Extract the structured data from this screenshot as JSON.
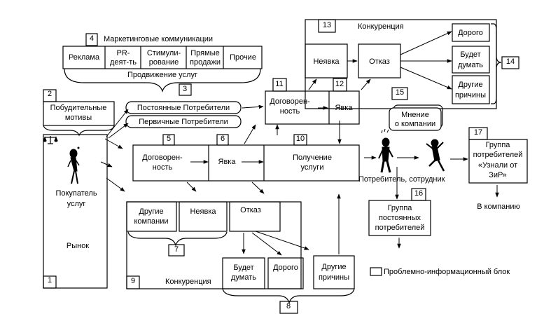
{
  "texts": {
    "n1": "1",
    "n2": "2",
    "n3": "3",
    "n4": "4",
    "n5": "5",
    "n6": "6",
    "n7": "7",
    "n8": "8",
    "n9": "9",
    "n10": "10",
    "n11": "11",
    "n12": "12",
    "n13": "13",
    "n14": "14",
    "n15": "15",
    "n16": "16",
    "n17": "17",
    "marketing_title": "Маркетинговые коммуникации",
    "adv": "Реклама",
    "pr_1": "PR-",
    "pr_2": "деят-ть",
    "stim_1": "Стимули-",
    "stim_2": "рование",
    "direct_1": "Прямые",
    "direct_2": "продажи",
    "other": "Прочие",
    "promotion": "Продвижение услуг",
    "motives_1": "Побудительные",
    "motives_2": "мотивы",
    "permanent_consumers": "Постоянные Потребители",
    "primary_consumers": "Первичные Потребители",
    "buyer_1": "Покупатель",
    "buyer_2": "услуг",
    "market": "Рынок",
    "agreement_top_1": "Договорен-",
    "agreement_top_2": "ность",
    "attendance_top": "Явка",
    "agreement_1": "Договорен-",
    "agreement_2": "ность",
    "attendance": "Явка",
    "service_1": "Получение",
    "service_2": "услуги",
    "competition_top": "Конкуренция",
    "no_show_top": "Неявка",
    "refusal_top": "Отказ",
    "expensive_top": "Дорого",
    "will_think_top_1": "Будет",
    "will_think_top_2": "думать",
    "other_reasons_top_1": "Другие",
    "other_reasons_top_2": "причины",
    "opinion_1": "Мнение",
    "opinion_2": "о компании",
    "consumer_employee": "Потребитель, сотрудник",
    "group17_1": "Группа",
    "group17_2": "потребителей",
    "group17_3": "«Узнали от",
    "group17_4": "ЗиР»",
    "to_company": "В компанию",
    "group16_1": "Группа",
    "group16_2": "постоянных",
    "group16_3": "потребителей",
    "other_companies_1": "Другие",
    "other_companies_2": "компании",
    "no_show": "Неявка",
    "refusal": "Отказ",
    "will_think_1": "Будет",
    "will_think_2": "думать",
    "expensive": "Дорого",
    "other_reasons_1": "Другие",
    "other_reasons_2": "причины",
    "competition": "Конкуренция",
    "legend": "Проблемно-информационный блок"
  }
}
